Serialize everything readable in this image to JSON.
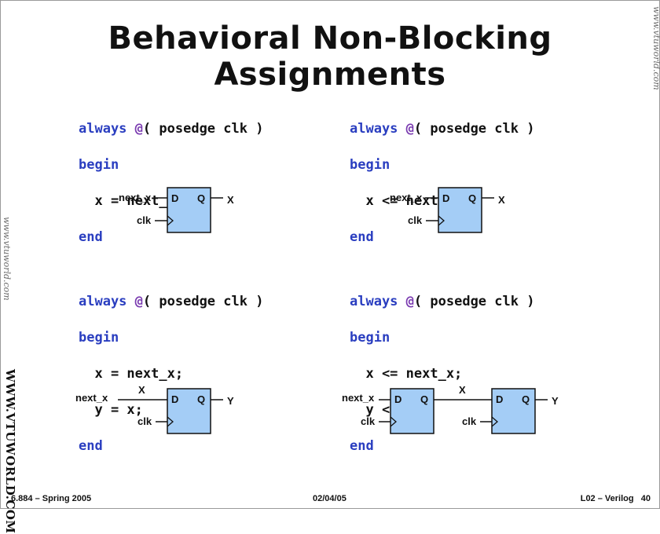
{
  "title": "Behavioral Non-Blocking Assignments",
  "watermarks": {
    "right": "www.vtuworld.com",
    "left": "www.vtuworld.com",
    "left_large": "WWW.VTUWORLD.COM"
  },
  "code_blocks": [
    {
      "l1": {
        "kw": "always",
        "at": "@",
        "rest": "( posedge clk )"
      },
      "begin": "begin",
      "s1": "  x = next_x;",
      "end": "end"
    },
    {
      "l1": {
        "kw": "always",
        "at": "@",
        "rest": "( posedge clk )"
      },
      "begin": "begin",
      "s1": "  x <= next_x;",
      "end": "end"
    },
    {
      "l1": {
        "kw": "always",
        "at": "@",
        "rest": "( posedge clk )"
      },
      "begin": "begin",
      "s1": "  x = next_x;",
      "s2": "  y = x;",
      "end": "end"
    },
    {
      "l1": {
        "kw": "always",
        "at": "@",
        "rest": "( posedge clk )"
      },
      "begin": "begin",
      "s1": "  x <= next_x;",
      "s2": "  y <= x;",
      "end": "end"
    }
  ],
  "diagrams": {
    "d1": {
      "in": "next_x",
      "clk": "clk",
      "d": "D",
      "q": "Q",
      "out": "X"
    },
    "d2": {
      "in": "next_x",
      "clk": "clk",
      "d": "D",
      "q": "Q",
      "out": "X"
    },
    "d3": {
      "in": "next_x",
      "mid": "X",
      "clk": "clk",
      "d": "D",
      "q": "Q",
      "out": "Y"
    },
    "d4": {
      "in": "next_x",
      "mid": "X",
      "clk1": "clk",
      "clk2": "clk",
      "d": "D",
      "q": "Q",
      "out": "Y"
    }
  },
  "colors": {
    "flipflop_fill": "#a4cdf6",
    "keyword": "#2a3ec0",
    "at_sign": "#7a3bb0"
  },
  "footer": {
    "left": "6.884 – Spring 2005",
    "center": "02/04/05",
    "right": "L02 – Verilog   40"
  }
}
